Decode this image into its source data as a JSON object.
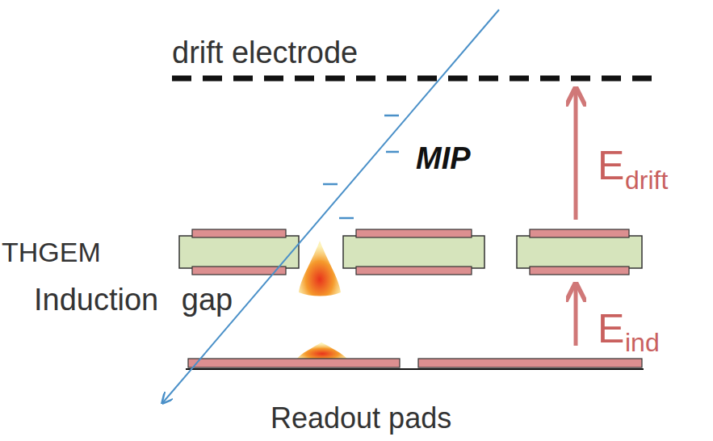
{
  "diagram": {
    "labels": [
      "drift electrode",
      "MIP",
      "E",
      "drift",
      "THGEM",
      "Induction gap",
      "E",
      "ind",
      "Readout pads"
    ]
  }
}
